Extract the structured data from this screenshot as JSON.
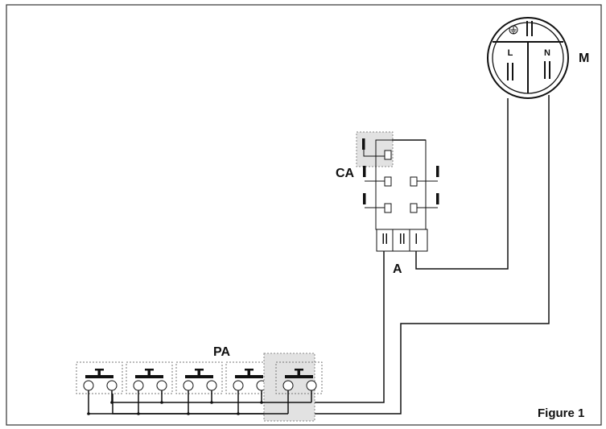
{
  "labels": {
    "socket": "M",
    "live": "L",
    "neutral": "N",
    "dimmer_module": "CA",
    "terminal_block": "A",
    "push_buttons": "PA",
    "figure_caption": "Figure 1"
  },
  "icons": {
    "earth": "earth-ground-icon",
    "push_button": "push-button-icon"
  },
  "colors": {
    "line": "#111111",
    "highlight_fill": "#e2e2e2",
    "highlight_border": "#888888",
    "dotted_border": "#777777"
  },
  "push_buttons": [
    {
      "id": "pa-1",
      "highlighted": false
    },
    {
      "id": "pa-2",
      "highlighted": false
    },
    {
      "id": "pa-3",
      "highlighted": false
    },
    {
      "id": "pa-4",
      "highlighted": false
    },
    {
      "id": "pa-5",
      "highlighted": true
    }
  ]
}
